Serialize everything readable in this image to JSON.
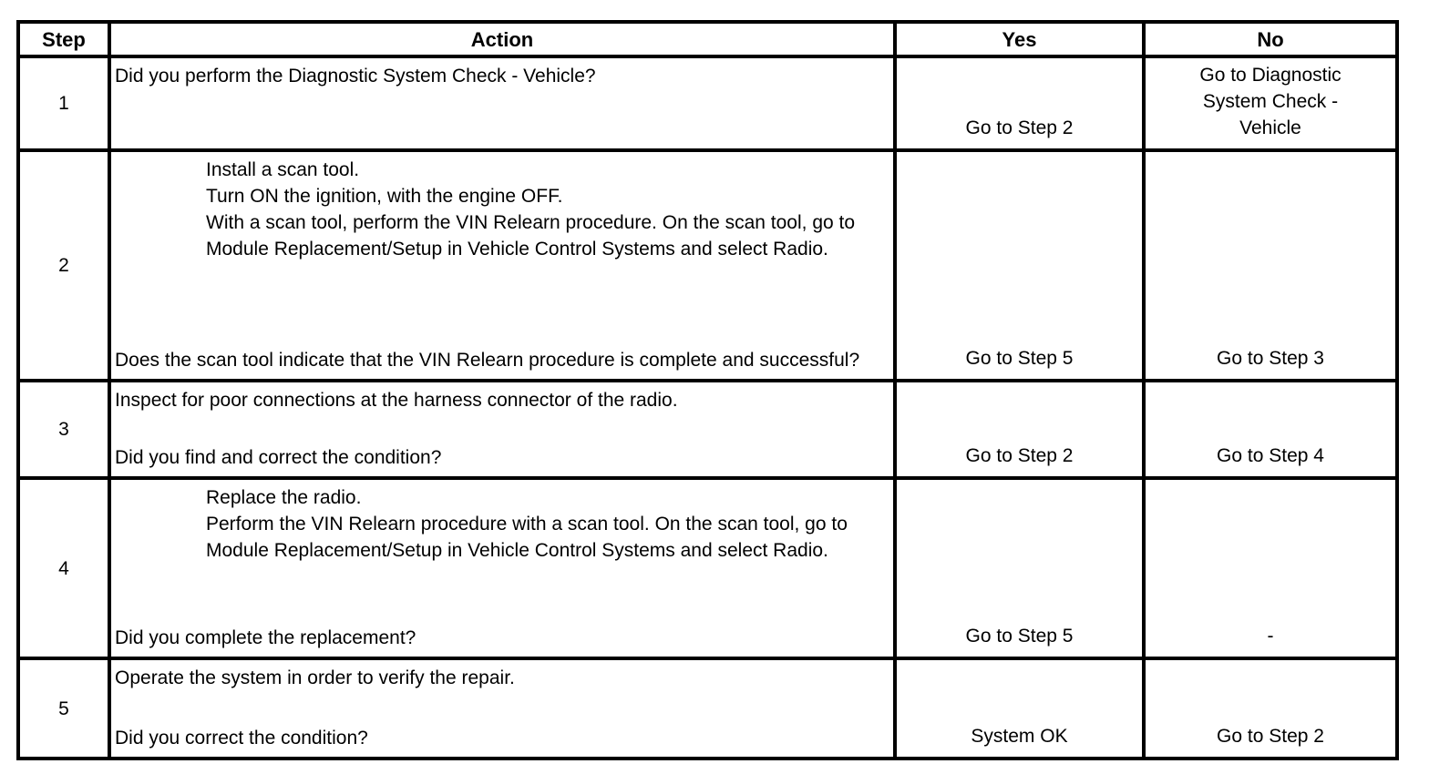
{
  "colors": {
    "border": "#000000",
    "background": "#ffffff",
    "text": "#000000"
  },
  "table": {
    "columns": [
      {
        "key": "step",
        "label": "Step"
      },
      {
        "key": "action",
        "label": "Action"
      },
      {
        "key": "yes",
        "label": "Yes"
      },
      {
        "key": "no",
        "label": "No"
      }
    ],
    "rows": [
      {
        "step": "1",
        "statement": "Did you perform the Diagnostic System Check - Vehicle?",
        "instructions": [],
        "question": "",
        "yes": "Go to Step 2",
        "no": "Go to Diagnostic System Check - Vehicle"
      },
      {
        "step": "2",
        "statement": "",
        "instructions": [
          "Install a scan tool.",
          "Turn ON the ignition, with the engine OFF.",
          "With a scan tool, perform the VIN Relearn procedure. On the scan tool, go to Module Replacement/Setup in Vehicle Control Systems and select Radio."
        ],
        "question": "Does the scan tool indicate that the VIN Relearn procedure is complete and successful?",
        "yes": "Go to Step 5",
        "no": "Go to Step 3"
      },
      {
        "step": "3",
        "statement": "Inspect for poor connections at the harness connector of the radio.",
        "instructions": [],
        "question": "Did you find and correct the condition?",
        "yes": "Go to Step 2",
        "no": "Go to Step 4"
      },
      {
        "step": "4",
        "statement": "",
        "instructions": [
          "Replace the radio.",
          "Perform the VIN Relearn procedure with a scan tool. On the scan tool, go to Module Replacement/Setup in Vehicle Control Systems and select Radio."
        ],
        "question": "Did you complete the replacement?",
        "yes": "Go to Step 5",
        "no": "-"
      },
      {
        "step": "5",
        "statement": "Operate the system in order to verify the repair.",
        "instructions": [],
        "question": "Did you correct the condition?",
        "yes": "System OK",
        "no": "Go to Step 2"
      }
    ]
  }
}
